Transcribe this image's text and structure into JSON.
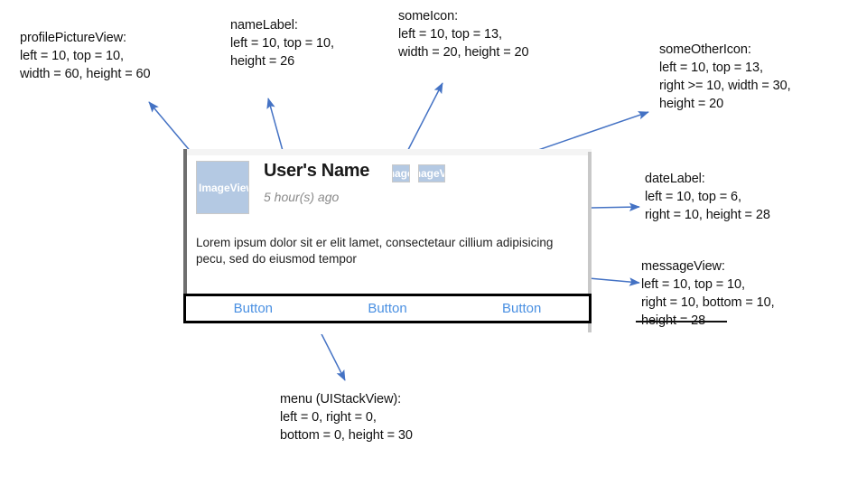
{
  "annotations": [
    {
      "name": "profile-picture-view",
      "lines": [
        "profilePictureView:",
        "left = 10, top = 10,",
        "width = 60, height = 60"
      ]
    },
    {
      "name": "name-label",
      "lines": [
        "nameLabel:",
        "left = 10, top = 10,",
        "height = 26"
      ]
    },
    {
      "name": "some-icon",
      "lines": [
        "someIcon:",
        "left = 10, top = 13,",
        "width = 20, height = 20"
      ]
    },
    {
      "name": "some-other-icon",
      "lines": [
        "someOtherIcon:",
        "left = 10, top = 13,",
        "right >= 10, width = 30,",
        "height = 20"
      ]
    },
    {
      "name": "date-label",
      "lines": [
        "dateLabel:",
        "left = 10, top = 6,",
        "right = 10, height = 28"
      ]
    },
    {
      "name": "message-view",
      "lines": [
        "messageView:",
        "left = 10, top = 10,",
        "right = 10, bottom = 10,"
      ],
      "struck_line": "height = 28"
    },
    {
      "name": "menu-stack-view",
      "lines": [
        "menu (UIStackView):",
        "left = 0, right = 0,",
        "bottom = 0, height = 30"
      ]
    }
  ],
  "card": {
    "profile_picture_placeholder": "ImageView",
    "name": "User's Name",
    "date": "5 hour(s) ago",
    "message": "Lorem ipsum dolor sit er elit lamet, consectetaur cillium adipisicing pecu, sed do eiusmod tempor",
    "some_icon_placeholder": "ImageView",
    "some_other_icon_placeholder": "ImageView",
    "menu_buttons": [
      "Button",
      "Button",
      "Button"
    ]
  },
  "colors": {
    "arrow": "#4472C4",
    "placeholder_fill": "#b4c9e3",
    "button_text": "#4a90e2",
    "date_text": "#8a8a8a"
  }
}
